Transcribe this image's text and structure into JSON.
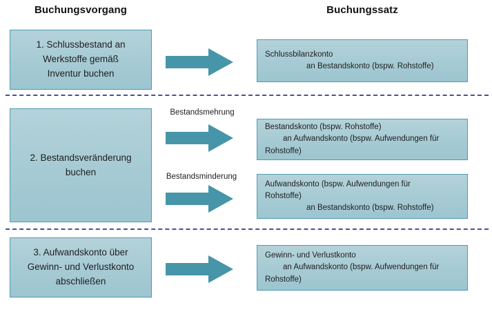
{
  "headers": {
    "left": "Buchungsvorgang",
    "right": "Buchungssatz"
  },
  "colors": {
    "box_fill_top": "#b4d2da",
    "box_fill_bottom": "#9cc5d0",
    "box_border": "#4e9bad",
    "arrow_fill": "#4795a8",
    "divider": "#4a4f93",
    "text": "#1e1e1e",
    "background": "#ffffff"
  },
  "rows": [
    {
      "step": {
        "lines": [
          "1. Schlussbestand an",
          "Werkstoffe gemäß",
          "Inventur buchen"
        ]
      },
      "arrows": [
        {
          "label": "",
          "entry": {
            "lines": [
              {
                "text": "Schlussbilanzkonto",
                "indent": 0
              },
              {
                "text": "an Bestandskonto (bspw. Rohstoffe)",
                "indent": 2
              }
            ]
          }
        }
      ]
    },
    {
      "step": {
        "lines": [
          "2. Bestandsveränderung",
          "buchen"
        ]
      },
      "arrows": [
        {
          "label": "Bestandsmehrung",
          "entry": {
            "lines": [
              {
                "text": "Bestandskonto (bspw. Rohstoffe)",
                "indent": 0
              },
              {
                "text": "an Aufwandskonto (bspw. Aufwendungen für",
                "indent": 1
              },
              {
                "text": "Rohstoffe)",
                "indent": 0
              }
            ]
          }
        },
        {
          "label": "Bestandsminderung",
          "entry": {
            "lines": [
              {
                "text": "Aufwandskonto (bspw. Aufwendungen für",
                "indent": 0
              },
              {
                "text": "Rohstoffe)",
                "indent": 0
              },
              {
                "text": "an Bestandskonto (bspw. Rohstoffe)",
                "indent": 2
              }
            ]
          }
        }
      ]
    },
    {
      "step": {
        "lines": [
          "3. Aufwandskonto über",
          "Gewinn- und Verlustkonto",
          "abschließen"
        ]
      },
      "arrows": [
        {
          "label": "",
          "entry": {
            "lines": [
              {
                "text": "Gewinn- und Verlustkonto",
                "indent": 0
              },
              {
                "text": "an Aufwandskonto (bspw. Aufwendungen für",
                "indent": 1
              },
              {
                "text": "Rohstoffe)",
                "indent": 0
              }
            ]
          }
        }
      ]
    }
  ],
  "icons": {
    "arrow": "right-block-arrow-icon"
  }
}
